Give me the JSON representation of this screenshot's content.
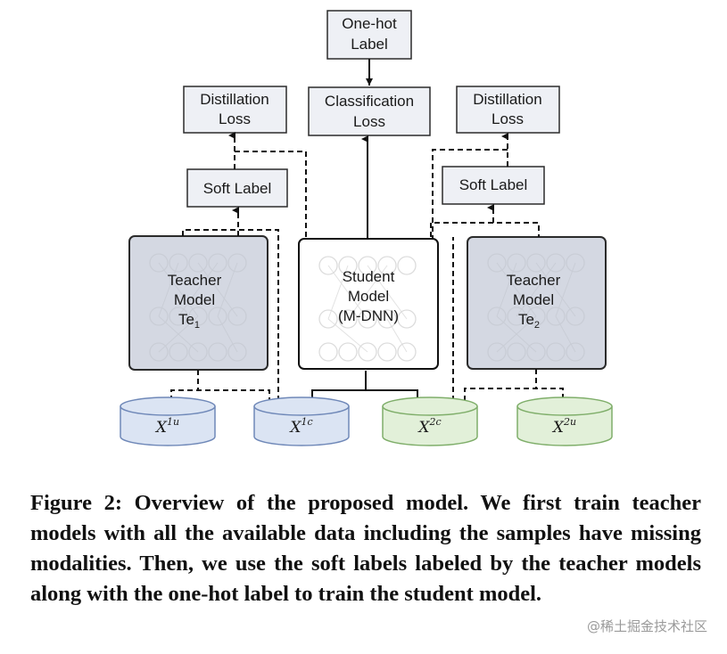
{
  "diagram": {
    "one_hot": [
      "One-hot",
      "Label"
    ],
    "classification_loss": [
      "Classification",
      "Loss"
    ],
    "distill_loss_left": [
      "Distillation",
      "Loss"
    ],
    "distill_loss_right": [
      "Distillation",
      "Loss"
    ],
    "soft_label_left": "Soft Label",
    "soft_label_right": "Soft Label",
    "teacher1": {
      "lines": [
        "Teacher",
        "Model"
      ],
      "base": "Te",
      "sub": "1"
    },
    "teacher2": {
      "lines": [
        "Teacher",
        "Model"
      ],
      "base": "Te",
      "sub": "2"
    },
    "student": {
      "lines": [
        "Student",
        "Model",
        "(M-DNN)"
      ]
    },
    "data": [
      {
        "base": "X",
        "sup": "1u"
      },
      {
        "base": "X",
        "sup": "1c"
      },
      {
        "base": "X",
        "sup": "2c"
      },
      {
        "base": "X",
        "sup": "2u"
      }
    ],
    "colors": {
      "box_fill": "#eef0f5",
      "box_stroke": "#2b2b2b",
      "teacher_fill": "#d4d8e2",
      "db_blue": "#dbe4f3",
      "db_blue_stroke": "#6f88b8",
      "db_green": "#e2f0d9",
      "db_green_stroke": "#7fae6a"
    }
  },
  "caption": "Figure 2: Overview of the proposed model. We first train teacher models with all the available data including the samples have missing modalities. Then, we use the soft labels labeled by the teacher models along with the one-hot label to train the student model.",
  "watermark": "@稀土掘金技术社区"
}
